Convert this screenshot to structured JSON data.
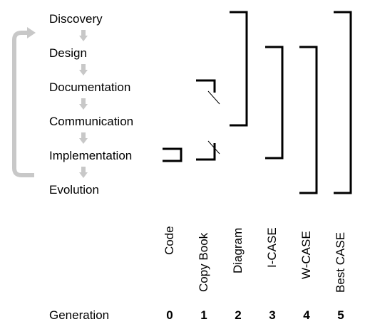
{
  "stages": [
    "Discovery",
    "Design",
    "Documentation",
    "Communication",
    "Implementation",
    "Evolution"
  ],
  "columns": [
    {
      "label": "Code",
      "generation": "0"
    },
    {
      "label": "Copy Book",
      "generation": "1"
    },
    {
      "label": "Diagram",
      "generation": "2"
    },
    {
      "label": "I-CASE",
      "generation": "3"
    },
    {
      "label": "W-CASE",
      "generation": "4"
    },
    {
      "label": "Best CASE",
      "generation": "5"
    }
  ],
  "generation_label": "Generation",
  "colors": {
    "ink": "#000000",
    "flow": "#c8c8c8"
  }
}
